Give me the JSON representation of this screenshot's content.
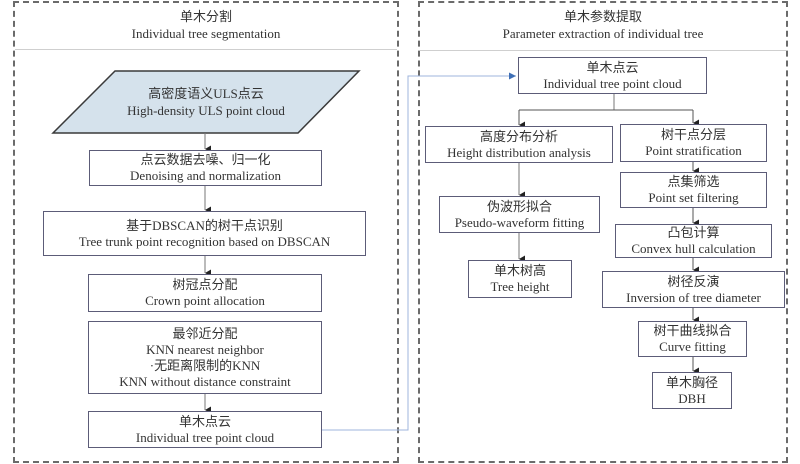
{
  "colors": {
    "input_fill": "#d5e2ec",
    "connector_blue": "#6f8fc8",
    "box_border": "#5c5c78",
    "panel_border": "#6b6b6b"
  },
  "left_panel": {
    "title_zh": "单木分割",
    "title_en": "Individual tree segmentation",
    "input": {
      "zh": "高密度语义ULS点云",
      "en": "High-density ULS point cloud"
    },
    "steps": [
      {
        "lines": [
          "点云数据去噪、归一化",
          "Denoising and normalization"
        ]
      },
      {
        "lines": [
          "基于DBSCAN的树干点识别",
          "Tree trunk point recognition based on DBSCAN"
        ]
      },
      {
        "lines": [
          "树冠点分配",
          "Crown point allocation"
        ]
      },
      {
        "lines": [
          "最邻近分配",
          "KNN nearest neighbor",
          "·无距离限制的KNN",
          "KNN without distance constraint"
        ]
      },
      {
        "lines": [
          "单木点云",
          "Individual tree point cloud"
        ]
      }
    ]
  },
  "right_panel": {
    "title_zh": "单木参数提取",
    "title_en": "Parameter extraction of individual tree",
    "root": {
      "lines": [
        "单木点云",
        "Individual tree point cloud"
      ]
    },
    "height_branch": [
      {
        "lines": [
          "高度分布分析",
          "Height distribution analysis"
        ]
      },
      {
        "lines": [
          "伪波形拟合",
          "Pseudo-waveform fitting"
        ]
      },
      {
        "lines": [
          "单木树高",
          "Tree height"
        ]
      }
    ],
    "dbh_branch": [
      {
        "lines": [
          "树干点分层",
          "Point stratification"
        ]
      },
      {
        "lines": [
          "点集筛选",
          "Point set filtering"
        ]
      },
      {
        "lines": [
          "凸包计算",
          "Convex hull calculation"
        ]
      },
      {
        "lines": [
          "树径反演",
          "Inversion of tree diameter"
        ]
      },
      {
        "lines": [
          "树干曲线拟合",
          "Curve fitting"
        ]
      },
      {
        "lines": [
          "单木胸径",
          "DBH"
        ]
      }
    ]
  }
}
